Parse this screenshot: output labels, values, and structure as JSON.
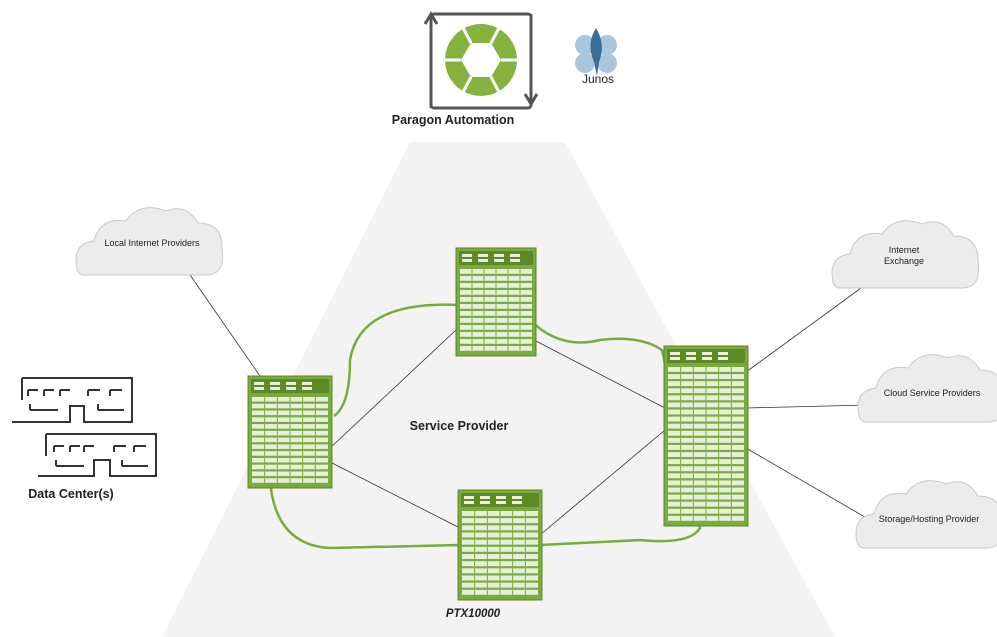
{
  "orchestrator": {
    "title": "Paragon Automation",
    "os_label": "Junos"
  },
  "core": {
    "label": "Service Provider",
    "router_model": "PTX10000"
  },
  "peers": {
    "local_isp": "Local Internet Providers",
    "ix_line1": "Internet",
    "ix_line2": "Exchange",
    "cloud_sp": "Cloud Service Providers",
    "storage": "Storage/Hosting Provider"
  },
  "datacenter": {
    "label": "Data Center(s)"
  },
  "colors": {
    "router_green": "#7aab3e",
    "router_dark": "#5c8a26",
    "link_green": "#7aab3e",
    "paragon_green": "#86b33f",
    "model_teal": "#2a8ea0",
    "cloud_fill": "#ececec",
    "background_wedge": "#f3f3f3"
  },
  "icons": {
    "paragon": "automation-cycle-icon",
    "junos": "junos-leaf-icon",
    "router": "router-chassis-icon",
    "cloud": "cloud-icon",
    "building": "building-icon"
  }
}
